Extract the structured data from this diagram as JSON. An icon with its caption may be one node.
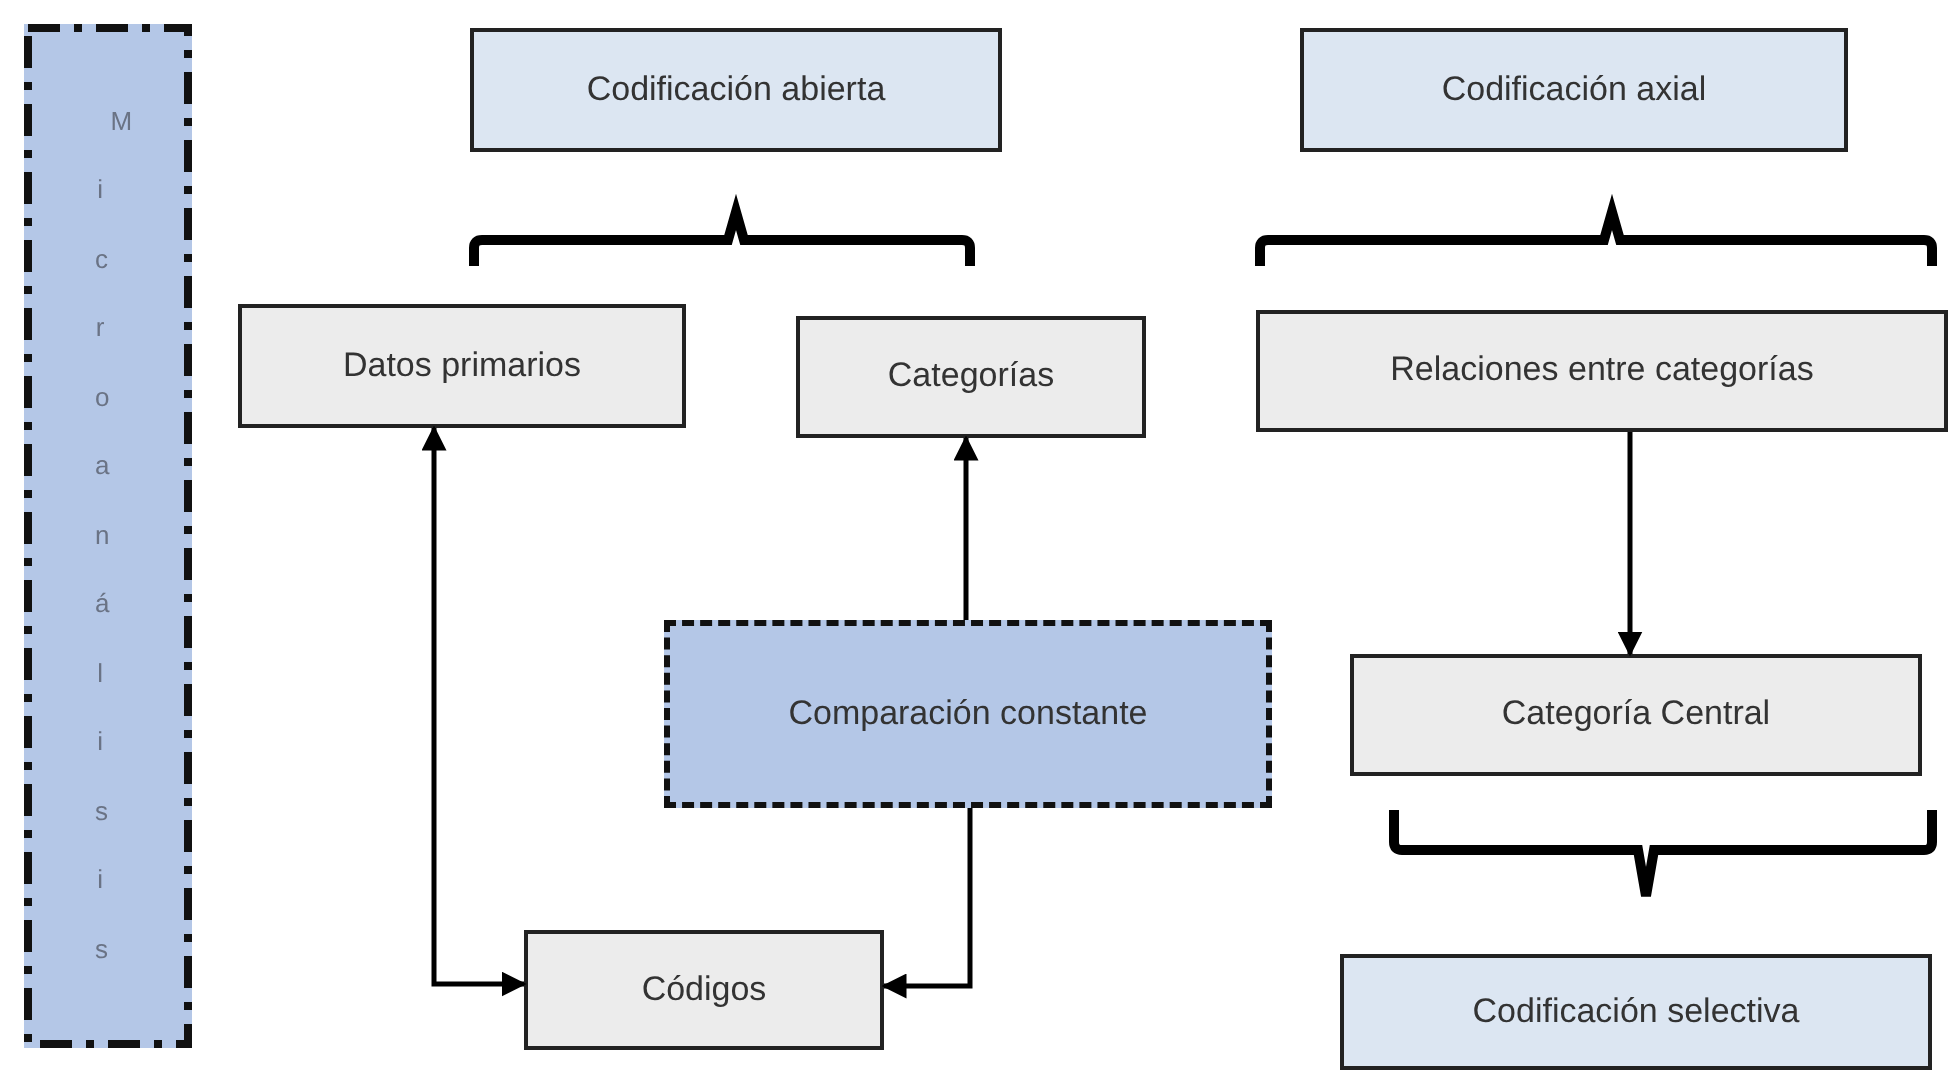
{
  "diagram": {
    "nodes": [
      {
        "text": [
          "Microanálisis"
        ]
      },
      {
        "text": [
          "Codificación abierta"
        ]
      },
      {
        "text": [
          "Codificación axial"
        ]
      },
      {
        "text": [
          "Datos primarios"
        ]
      },
      {
        "text": [
          "Categorías"
        ]
      },
      {
        "text": [
          "Relaciones entre categorías"
        ]
      },
      {
        "text": [
          "Comparación constante"
        ]
      },
      {
        "text": [
          "Categoría Central"
        ]
      },
      {
        "text": [
          "Códigos"
        ]
      },
      {
        "text": [
          "Codificación selectiva"
        ]
      }
    ],
    "edges": [
      {
        "from": 3,
        "to": 8,
        "arrow": "both"
      },
      {
        "from": 6,
        "to": 4,
        "arrow": "to"
      },
      {
        "from": 6,
        "to": 8,
        "arrow": "to"
      },
      {
        "from": 5,
        "to": 7,
        "arrow": "to"
      }
    ]
  }
}
